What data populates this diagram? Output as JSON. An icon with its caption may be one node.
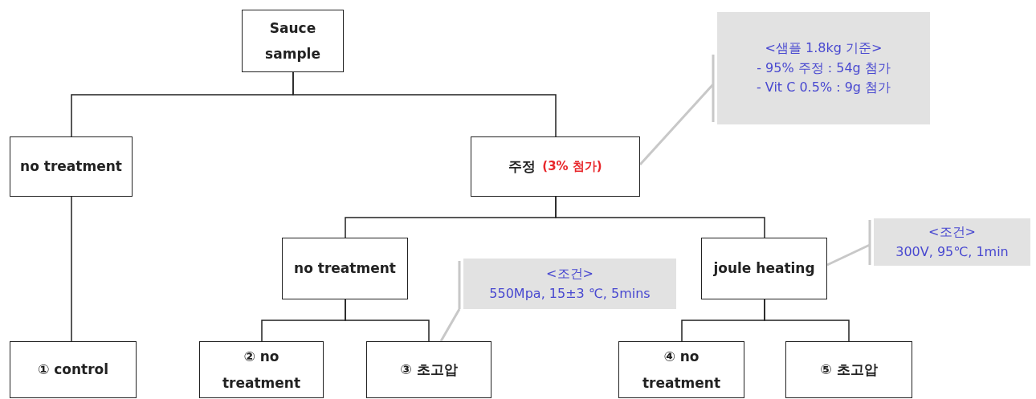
{
  "diagram": {
    "nodes": [
      {
        "text": [
          "Sauce sample"
        ]
      },
      {
        "text": [
          "no treatment"
        ]
      },
      {
        "text": [
          "주정",
          "(3% 첨가)"
        ]
      },
      {
        "text": [
          "no treatment"
        ]
      },
      {
        "text": [
          "joule heating"
        ]
      },
      {
        "text": [
          "① control"
        ]
      },
      {
        "text": [
          "② no treatment"
        ]
      },
      {
        "text": [
          "③ 초고압"
        ]
      },
      {
        "text": [
          "④ no treatment"
        ]
      },
      {
        "text": [
          "⑤ 초고압"
        ]
      },
      {
        "text": [
          "<샘플 1.8kg 기준>",
          "- 95% 주정 : 54g 첨가",
          "- Vit C 0.5% : 9g 첨가"
        ]
      },
      {
        "text": [
          "<조건>",
          "550Mpa, 15±3 ℃, 5mins"
        ]
      },
      {
        "text": [
          "<조건>",
          "300V, 95℃, 1min"
        ]
      }
    ],
    "edges": [
      {
        "from": 0,
        "to": 1,
        "arrow": "none"
      },
      {
        "from": 0,
        "to": 2,
        "arrow": "none"
      },
      {
        "from": 1,
        "to": 5,
        "arrow": "none"
      },
      {
        "from": 2,
        "to": 3,
        "arrow": "none"
      },
      {
        "from": 2,
        "to": 4,
        "arrow": "none"
      },
      {
        "from": 3,
        "to": 6,
        "arrow": "none"
      },
      {
        "from": 3,
        "to": 7,
        "arrow": "none"
      },
      {
        "from": 4,
        "to": 8,
        "arrow": "none"
      },
      {
        "from": 4,
        "to": 9,
        "arrow": "none"
      },
      {
        "from": 10,
        "to": 2,
        "arrow": "none",
        "color": "#c8c8c8"
      },
      {
        "from": 11,
        "to": 7,
        "arrow": "none",
        "color": "#c8c8c8"
      },
      {
        "from": 12,
        "to": 4,
        "arrow": "none",
        "color": "#c8c8c8"
      }
    ]
  }
}
